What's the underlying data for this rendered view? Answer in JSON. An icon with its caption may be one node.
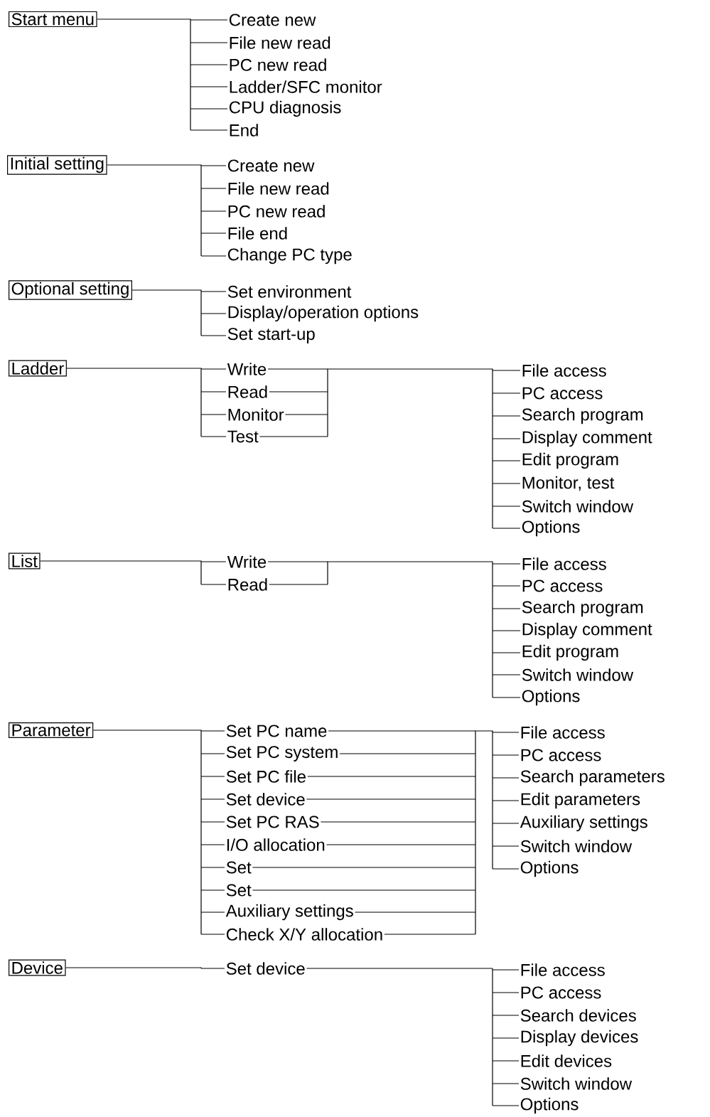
{
  "diagram": {
    "nodes": [
      {
        "text": [
          "Start menu"
        ]
      },
      {
        "text": [
          "Create new"
        ]
      },
      {
        "text": [
          "File new read"
        ]
      },
      {
        "text": [
          "PC new read"
        ]
      },
      {
        "text": [
          "Ladder/SFC monitor"
        ]
      },
      {
        "text": [
          "CPU diagnosis"
        ]
      },
      {
        "text": [
          "End"
        ]
      },
      {
        "text": [
          "Initial setting"
        ]
      },
      {
        "text": [
          "Create new"
        ]
      },
      {
        "text": [
          "File new read"
        ]
      },
      {
        "text": [
          "PC new read"
        ]
      },
      {
        "text": [
          "File end"
        ]
      },
      {
        "text": [
          "Change PC type"
        ]
      },
      {
        "text": [
          "Optional setting"
        ]
      },
      {
        "text": [
          "Set environment"
        ]
      },
      {
        "text": [
          "Display/operation options"
        ]
      },
      {
        "text": [
          "Set start-up"
        ]
      },
      {
        "text": [
          "Ladder"
        ]
      },
      {
        "text": [
          "Write"
        ]
      },
      {
        "text": [
          "Read"
        ]
      },
      {
        "text": [
          "Monitor"
        ]
      },
      {
        "text": [
          "Test"
        ]
      },
      {
        "text": [
          "File access"
        ]
      },
      {
        "text": [
          "PC access"
        ]
      },
      {
        "text": [
          "Search program"
        ]
      },
      {
        "text": [
          "Display comment"
        ]
      },
      {
        "text": [
          "Edit program"
        ]
      },
      {
        "text": [
          "Monitor, test"
        ]
      },
      {
        "text": [
          "Switch window"
        ]
      },
      {
        "text": [
          "Options"
        ]
      },
      {
        "text": [
          "List"
        ]
      },
      {
        "text": [
          "Write"
        ]
      },
      {
        "text": [
          "Read"
        ]
      },
      {
        "text": [
          "File access"
        ]
      },
      {
        "text": [
          "PC access"
        ]
      },
      {
        "text": [
          "Search program"
        ]
      },
      {
        "text": [
          "Display comment"
        ]
      },
      {
        "text": [
          "Edit program"
        ]
      },
      {
        "text": [
          "Switch window"
        ]
      },
      {
        "text": [
          "Options"
        ]
      },
      {
        "text": [
          "Parameter"
        ]
      },
      {
        "text": [
          "Set PC name"
        ]
      },
      {
        "text": [
          "Set PC system"
        ]
      },
      {
        "text": [
          "Set PC file"
        ]
      },
      {
        "text": [
          "Set device"
        ]
      },
      {
        "text": [
          "Set PC RAS"
        ]
      },
      {
        "text": [
          "I/O allocation"
        ]
      },
      {
        "text": [
          "Set"
        ]
      },
      {
        "text": [
          "Set"
        ]
      },
      {
        "text": [
          "Auxiliary settings"
        ]
      },
      {
        "text": [
          "Check X/Y allocation"
        ]
      },
      {
        "text": [
          "File access"
        ]
      },
      {
        "text": [
          "PC access"
        ]
      },
      {
        "text": [
          "Search parameters"
        ]
      },
      {
        "text": [
          "Edit parameters"
        ]
      },
      {
        "text": [
          "Auxiliary settings"
        ]
      },
      {
        "text": [
          "Switch window"
        ]
      },
      {
        "text": [
          "Options"
        ]
      },
      {
        "text": [
          "Device"
        ]
      },
      {
        "text": [
          "Set device"
        ]
      },
      {
        "text": [
          "File access"
        ]
      },
      {
        "text": [
          "PC access"
        ]
      },
      {
        "text": [
          "Search devices"
        ]
      },
      {
        "text": [
          "Display devices"
        ]
      },
      {
        "text": [
          "Edit devices"
        ]
      },
      {
        "text": [
          "Switch window"
        ]
      },
      {
        "text": [
          "Options"
        ]
      }
    ],
    "edges": [
      {
        "from": 0,
        "to": 1,
        "arrow": "none"
      },
      {
        "from": 0,
        "to": 2,
        "arrow": "none"
      },
      {
        "from": 0,
        "to": 3,
        "arrow": "none"
      },
      {
        "from": 0,
        "to": 4,
        "arrow": "none"
      },
      {
        "from": 0,
        "to": 5,
        "arrow": "none"
      },
      {
        "from": 0,
        "to": 6,
        "arrow": "none"
      },
      {
        "from": 7,
        "to": 8,
        "arrow": "none"
      },
      {
        "from": 7,
        "to": 9,
        "arrow": "none"
      },
      {
        "from": 7,
        "to": 10,
        "arrow": "none"
      },
      {
        "from": 7,
        "to": 11,
        "arrow": "none"
      },
      {
        "from": 7,
        "to": 12,
        "arrow": "none"
      },
      {
        "from": 13,
        "to": 14,
        "arrow": "none"
      },
      {
        "from": 13,
        "to": 15,
        "arrow": "none"
      },
      {
        "from": 13,
        "to": 16,
        "arrow": "none"
      },
      {
        "from": 17,
        "to": 18,
        "arrow": "none"
      },
      {
        "from": 17,
        "to": 19,
        "arrow": "none"
      },
      {
        "from": 17,
        "to": 20,
        "arrow": "none"
      },
      {
        "from": 17,
        "to": 21,
        "arrow": "none"
      },
      {
        "from": 18,
        "to": 22,
        "arrow": "none"
      },
      {
        "from": 18,
        "to": 23,
        "arrow": "none"
      },
      {
        "from": 18,
        "to": 24,
        "arrow": "none"
      },
      {
        "from": 18,
        "to": 25,
        "arrow": "none"
      },
      {
        "from": 18,
        "to": 26,
        "arrow": "none"
      },
      {
        "from": 18,
        "to": 27,
        "arrow": "none"
      },
      {
        "from": 18,
        "to": 28,
        "arrow": "none"
      },
      {
        "from": 18,
        "to": 29,
        "arrow": "none"
      },
      {
        "from": 19,
        "to": 22,
        "arrow": "none"
      },
      {
        "from": 19,
        "to": 23,
        "arrow": "none"
      },
      {
        "from": 19,
        "to": 24,
        "arrow": "none"
      },
      {
        "from": 19,
        "to": 25,
        "arrow": "none"
      },
      {
        "from": 19,
        "to": 26,
        "arrow": "none"
      },
      {
        "from": 19,
        "to": 27,
        "arrow": "none"
      },
      {
        "from": 19,
        "to": 28,
        "arrow": "none"
      },
      {
        "from": 19,
        "to": 29,
        "arrow": "none"
      },
      {
        "from": 20,
        "to": 22,
        "arrow": "none"
      },
      {
        "from": 20,
        "to": 23,
        "arrow": "none"
      },
      {
        "from": 20,
        "to": 24,
        "arrow": "none"
      },
      {
        "from": 20,
        "to": 25,
        "arrow": "none"
      },
      {
        "from": 20,
        "to": 26,
        "arrow": "none"
      },
      {
        "from": 20,
        "to": 27,
        "arrow": "none"
      },
      {
        "from": 20,
        "to": 28,
        "arrow": "none"
      },
      {
        "from": 20,
        "to": 29,
        "arrow": "none"
      },
      {
        "from": 21,
        "to": 22,
        "arrow": "none"
      },
      {
        "from": 21,
        "to": 23,
        "arrow": "none"
      },
      {
        "from": 21,
        "to": 24,
        "arrow": "none"
      },
      {
        "from": 21,
        "to": 25,
        "arrow": "none"
      },
      {
        "from": 21,
        "to": 26,
        "arrow": "none"
      },
      {
        "from": 21,
        "to": 27,
        "arrow": "none"
      },
      {
        "from": 21,
        "to": 28,
        "arrow": "none"
      },
      {
        "from": 21,
        "to": 29,
        "arrow": "none"
      },
      {
        "from": 30,
        "to": 31,
        "arrow": "none"
      },
      {
        "from": 30,
        "to": 32,
        "arrow": "none"
      },
      {
        "from": 31,
        "to": 33,
        "arrow": "none"
      },
      {
        "from": 31,
        "to": 34,
        "arrow": "none"
      },
      {
        "from": 31,
        "to": 35,
        "arrow": "none"
      },
      {
        "from": 31,
        "to": 36,
        "arrow": "none"
      },
      {
        "from": 31,
        "to": 37,
        "arrow": "none"
      },
      {
        "from": 31,
        "to": 38,
        "arrow": "none"
      },
      {
        "from": 31,
        "to": 39,
        "arrow": "none"
      },
      {
        "from": 32,
        "to": 33,
        "arrow": "none"
      },
      {
        "from": 32,
        "to": 34,
        "arrow": "none"
      },
      {
        "from": 32,
        "to": 35,
        "arrow": "none"
      },
      {
        "from": 32,
        "to": 36,
        "arrow": "none"
      },
      {
        "from": 32,
        "to": 37,
        "arrow": "none"
      },
      {
        "from": 32,
        "to": 38,
        "arrow": "none"
      },
      {
        "from": 32,
        "to": 39,
        "arrow": "none"
      },
      {
        "from": 40,
        "to": 41,
        "arrow": "none"
      },
      {
        "from": 40,
        "to": 42,
        "arrow": "none"
      },
      {
        "from": 40,
        "to": 43,
        "arrow": "none"
      },
      {
        "from": 40,
        "to": 44,
        "arrow": "none"
      },
      {
        "from": 40,
        "to": 45,
        "arrow": "none"
      },
      {
        "from": 40,
        "to": 46,
        "arrow": "none"
      },
      {
        "from": 40,
        "to": 47,
        "arrow": "none"
      },
      {
        "from": 40,
        "to": 48,
        "arrow": "none"
      },
      {
        "from": 40,
        "to": 49,
        "arrow": "none"
      },
      {
        "from": 40,
        "to": 50,
        "arrow": "none"
      },
      {
        "from": 41,
        "to": 51,
        "arrow": "none"
      },
      {
        "from": 41,
        "to": 52,
        "arrow": "none"
      },
      {
        "from": 41,
        "to": 53,
        "arrow": "none"
      },
      {
        "from": 41,
        "to": 54,
        "arrow": "none"
      },
      {
        "from": 41,
        "to": 55,
        "arrow": "none"
      },
      {
        "from": 41,
        "to": 56,
        "arrow": "none"
      },
      {
        "from": 41,
        "to": 57,
        "arrow": "none"
      },
      {
        "from": 42,
        "to": 51,
        "arrow": "none"
      },
      {
        "from": 42,
        "to": 52,
        "arrow": "none"
      },
      {
        "from": 42,
        "to": 53,
        "arrow": "none"
      },
      {
        "from": 42,
        "to": 54,
        "arrow": "none"
      },
      {
        "from": 42,
        "to": 55,
        "arrow": "none"
      },
      {
        "from": 42,
        "to": 56,
        "arrow": "none"
      },
      {
        "from": 42,
        "to": 57,
        "arrow": "none"
      },
      {
        "from": 43,
        "to": 51,
        "arrow": "none"
      },
      {
        "from": 43,
        "to": 52,
        "arrow": "none"
      },
      {
        "from": 43,
        "to": 53,
        "arrow": "none"
      },
      {
        "from": 43,
        "to": 54,
        "arrow": "none"
      },
      {
        "from": 43,
        "to": 55,
        "arrow": "none"
      },
      {
        "from": 43,
        "to": 56,
        "arrow": "none"
      },
      {
        "from": 43,
        "to": 57,
        "arrow": "none"
      },
      {
        "from": 44,
        "to": 51,
        "arrow": "none"
      },
      {
        "from": 44,
        "to": 52,
        "arrow": "none"
      },
      {
        "from": 44,
        "to": 53,
        "arrow": "none"
      },
      {
        "from": 44,
        "to": 54,
        "arrow": "none"
      },
      {
        "from": 44,
        "to": 55,
        "arrow": "none"
      },
      {
        "from": 44,
        "to": 56,
        "arrow": "none"
      },
      {
        "from": 44,
        "to": 57,
        "arrow": "none"
      },
      {
        "from": 45,
        "to": 51,
        "arrow": "none"
      },
      {
        "from": 45,
        "to": 52,
        "arrow": "none"
      },
      {
        "from": 45,
        "to": 53,
        "arrow": "none"
      },
      {
        "from": 45,
        "to": 54,
        "arrow": "none"
      },
      {
        "from": 45,
        "to": 55,
        "arrow": "none"
      },
      {
        "from": 45,
        "to": 56,
        "arrow": "none"
      },
      {
        "from": 45,
        "to": 57,
        "arrow": "none"
      },
      {
        "from": 46,
        "to": 51,
        "arrow": "none"
      },
      {
        "from": 46,
        "to": 52,
        "arrow": "none"
      },
      {
        "from": 46,
        "to": 53,
        "arrow": "none"
      },
      {
        "from": 46,
        "to": 54,
        "arrow": "none"
      },
      {
        "from": 46,
        "to": 55,
        "arrow": "none"
      },
      {
        "from": 46,
        "to": 56,
        "arrow": "none"
      },
      {
        "from": 46,
        "to": 57,
        "arrow": "none"
      },
      {
        "from": 47,
        "to": 51,
        "arrow": "none"
      },
      {
        "from": 47,
        "to": 52,
        "arrow": "none"
      },
      {
        "from": 47,
        "to": 53,
        "arrow": "none"
      },
      {
        "from": 47,
        "to": 54,
        "arrow": "none"
      },
      {
        "from": 47,
        "to": 55,
        "arrow": "none"
      },
      {
        "from": 47,
        "to": 56,
        "arrow": "none"
      },
      {
        "from": 47,
        "to": 57,
        "arrow": "none"
      },
      {
        "from": 48,
        "to": 51,
        "arrow": "none"
      },
      {
        "from": 48,
        "to": 52,
        "arrow": "none"
      },
      {
        "from": 48,
        "to": 53,
        "arrow": "none"
      },
      {
        "from": 48,
        "to": 54,
        "arrow": "none"
      },
      {
        "from": 48,
        "to": 55,
        "arrow": "none"
      },
      {
        "from": 48,
        "to": 56,
        "arrow": "none"
      },
      {
        "from": 48,
        "to": 57,
        "arrow": "none"
      },
      {
        "from": 49,
        "to": 51,
        "arrow": "none"
      },
      {
        "from": 49,
        "to": 52,
        "arrow": "none"
      },
      {
        "from": 49,
        "to": 53,
        "arrow": "none"
      },
      {
        "from": 49,
        "to": 54,
        "arrow": "none"
      },
      {
        "from": 49,
        "to": 55,
        "arrow": "none"
      },
      {
        "from": 49,
        "to": 56,
        "arrow": "none"
      },
      {
        "from": 49,
        "to": 57,
        "arrow": "none"
      },
      {
        "from": 50,
        "to": 51,
        "arrow": "none"
      },
      {
        "from": 50,
        "to": 52,
        "arrow": "none"
      },
      {
        "from": 50,
        "to": 53,
        "arrow": "none"
      },
      {
        "from": 50,
        "to": 54,
        "arrow": "none"
      },
      {
        "from": 50,
        "to": 55,
        "arrow": "none"
      },
      {
        "from": 50,
        "to": 56,
        "arrow": "none"
      },
      {
        "from": 50,
        "to": 57,
        "arrow": "none"
      },
      {
        "from": 58,
        "to": 59,
        "arrow": "none"
      },
      {
        "from": 59,
        "to": 60,
        "arrow": "none"
      },
      {
        "from": 59,
        "to": 61,
        "arrow": "none"
      },
      {
        "from": 59,
        "to": 62,
        "arrow": "none"
      },
      {
        "from": 59,
        "to": 63,
        "arrow": "none"
      },
      {
        "from": 59,
        "to": 64,
        "arrow": "none"
      },
      {
        "from": 59,
        "to": 65,
        "arrow": "none"
      },
      {
        "from": 59,
        "to": 66,
        "arrow": "none"
      }
    ]
  }
}
